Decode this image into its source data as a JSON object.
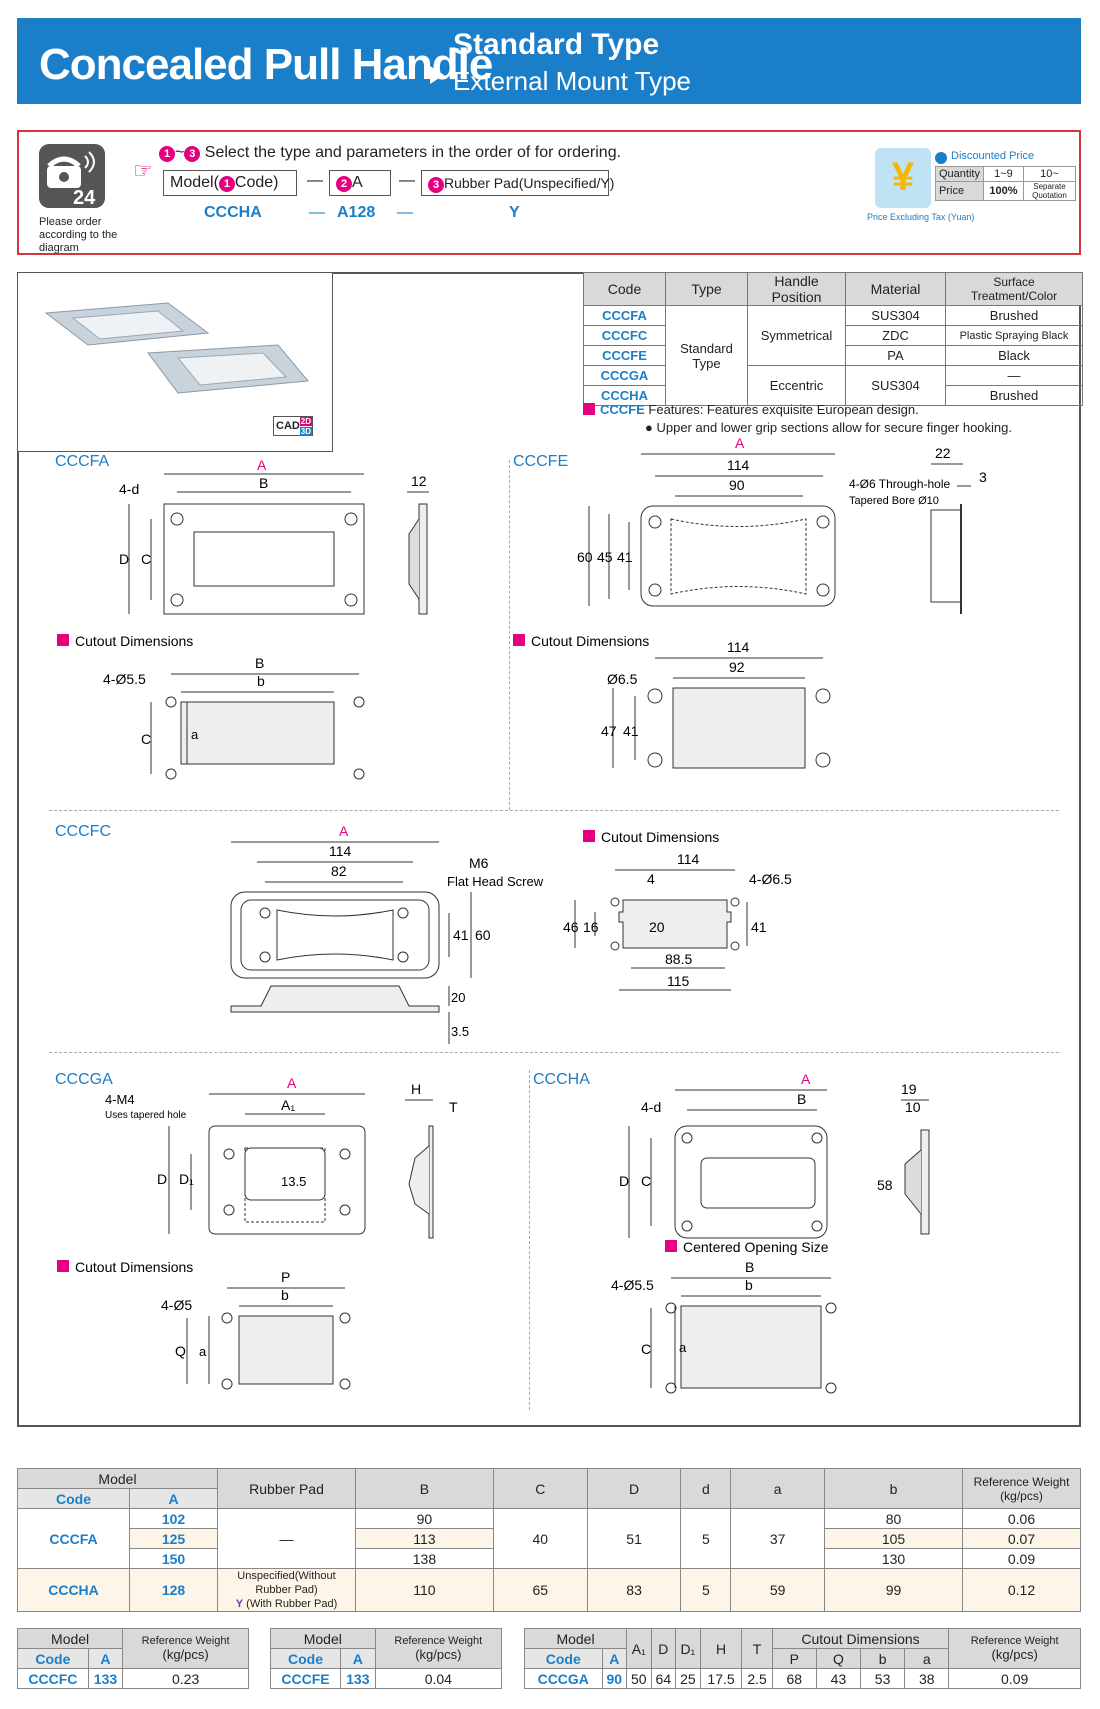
{
  "header": {
    "title": "Concealed Pull Handle",
    "subtitle1": "Standard Type",
    "subtitle2": "External Mount Type"
  },
  "order": {
    "badge": "24",
    "note": "Please order according to the diagram",
    "step_from": "1",
    "step_to": "3",
    "instruction": "Select the type and parameters in the order of for ordering.",
    "box_model": "Model(",
    "box_model_num": "1",
    "box_model_end": "Code)",
    "box_a_num": "2",
    "box_a": "A",
    "box_pad_num": "3",
    "box_pad": "Rubber Pad(Unspecified/Y)",
    "dash": "—",
    "example_code": "CCCHA",
    "example_a": "A128",
    "example_pad": "Y",
    "price_caption": "Price Excluding Tax (Yuan)",
    "discount_title": "Discounted Price",
    "qty_label": "Quantity",
    "qty1": "1~9",
    "qty2": "10~",
    "price_label": "Price",
    "price1": "100%",
    "price2": "Separate Quotation"
  },
  "spec_table": {
    "headers": [
      "Code",
      "Type",
      "Handle Position",
      "Material",
      "Surface Treatment/Color"
    ],
    "codes": [
      "CCCFA",
      "CCCFC",
      "CCCFE",
      "CCCGA",
      "CCCHA"
    ],
    "type": "Standard Type",
    "symmetrical": "Symmetrical",
    "eccentric": "Eccentric",
    "materials": [
      "SUS304",
      "ZDC",
      "PA",
      "SUS304"
    ],
    "surfaces": [
      "Brushed",
      "Plastic Spraying Black",
      "Black",
      "—",
      "Brushed"
    ]
  },
  "feature": {
    "code": "CCCFE",
    "line1": "Features: Features exquisite European design.",
    "line2": "Upper and lower grip sections allow for secure finger hooking."
  },
  "cad_badge": {
    "cad": "CAD",
    "d2": "2D",
    "d3": "3D"
  },
  "drawings": {
    "cutout": "Cutout Dimensions",
    "centered": "Centered Opening Size",
    "cccfa": {
      "code": "CCCFA",
      "A": "A",
      "B": "B",
      "d": "4-d",
      "D": "D",
      "C": "C",
      "t": "12",
      "hole": "4-Ø5.5",
      "b": "b",
      "a": "a"
    },
    "cccfe": {
      "code": "CCCFE",
      "A": "A",
      "w114": "114",
      "w90": "90",
      "hole": "4-Ø6 Through-hole",
      "bore": "Tapered Bore Ø10",
      "t22": "22",
      "t3": "3",
      "h60": "60",
      "h45": "45",
      "h41": "41",
      "cw114": "114",
      "cw92": "92",
      "chole": "Ø6.5",
      "ch47": "47",
      "ch41": "41"
    },
    "cccfc": {
      "code": "CCCFC",
      "A": "A",
      "w114": "114",
      "w82": "82",
      "screw": "M6",
      "screw2": "Flat Head Screw",
      "h41": "41",
      "h60": "60",
      "t20": "20",
      "t35": "3.5",
      "cw114": "114",
      "c4": "4",
      "chole": "4-Ø6.5",
      "ch46": "46",
      "ch16": "16",
      "ch20": "20",
      "ch41": "41",
      "cw885": "88.5",
      "cw115": "115"
    },
    "cccga": {
      "code": "CCCGA",
      "A": "A",
      "A1": "A₁",
      "m4": "4-M4",
      "m4note": "Uses tapered hole",
      "D": "D",
      "D1": "D₁",
      "h135": "13.5",
      "H": "H",
      "T": "T",
      "P": "P",
      "b": "b",
      "hole": "4-Ø5",
      "Q": "Q",
      "a": "a"
    },
    "cccha": {
      "code": "CCCHA",
      "A": "A",
      "B": "B",
      "d": "4-d",
      "D": "D",
      "C": "C",
      "t19": "19",
      "t10": "10",
      "h58": "58",
      "hole": "4-Ø5.5",
      "b": "b",
      "a": "a"
    }
  },
  "bottom_table": {
    "model": "Model",
    "code": "Code",
    "a": "A",
    "rubber": "Rubber Pad",
    "cols": [
      "B",
      "C",
      "D",
      "d",
      "a",
      "b"
    ],
    "weight": "Reference Weight",
    "weight_unit": "(kg/pcs)",
    "fa_code": "CCCFA",
    "fa_a": [
      "102",
      "125",
      "150"
    ],
    "fa_pad": "—",
    "fa_b": [
      "90",
      "113",
      "138"
    ],
    "fa_c": "40",
    "fa_d": "51",
    "fa_dd": "5",
    "fa_aa": "37",
    "fa_bb": [
      "80",
      "105",
      "130"
    ],
    "fa_w": [
      "0.06",
      "0.07",
      "0.09"
    ],
    "ha_code": "CCCHA",
    "ha_a": "128",
    "ha_pad1": "Unspecified(Without Rubber Pad)",
    "ha_pad2y": "Y",
    "ha_pad2": "(With Rubber Pad)",
    "ha_vals": [
      "110",
      "65",
      "83",
      "5",
      "59",
      "99",
      "0.12"
    ]
  },
  "mini_tables": [
    {
      "code": "CCCFC",
      "a": "133",
      "weight": "0.23"
    },
    {
      "code": "CCCFE",
      "a": "133",
      "weight": "0.04"
    }
  ],
  "ga_table": {
    "cols": [
      "A₁",
      "D",
      "D₁",
      "H",
      "T"
    ],
    "cutout": "Cutout Dimensions",
    "cut_cols": [
      "P",
      "Q",
      "b",
      "a"
    ],
    "code": "CCCGA",
    "a": "90",
    "vals": [
      "50",
      "64",
      "25",
      "17.5",
      "2.5"
    ],
    "cut_vals": [
      "68",
      "43",
      "53",
      "38"
    ],
    "weight": "0.09"
  },
  "colors": {
    "brand": "#1b7ec8",
    "accent": "#e4007f",
    "border_red": "#d4363d"
  }
}
